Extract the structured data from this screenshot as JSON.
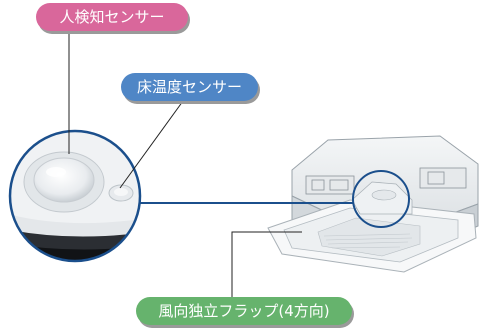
{
  "labels": {
    "human_sensor": "人検知センサー",
    "floor_sensor": "床温度センサー",
    "airflow_flap": "風向独立フラップ(4方向)"
  },
  "colors": {
    "human_sensor_bg": "#d9679b",
    "floor_sensor_bg": "#4f86c6",
    "airflow_flap_bg": "#66b36d",
    "callout_line": "#1b4f8c"
  }
}
